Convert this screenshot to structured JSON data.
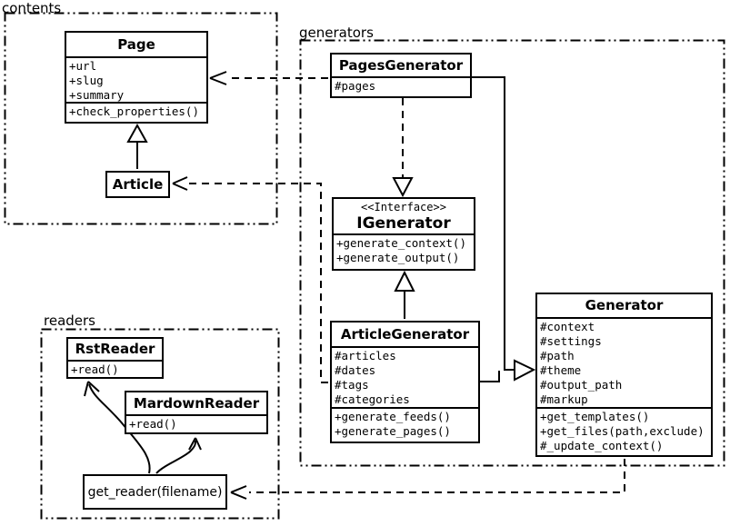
{
  "diagram": {
    "packages": {
      "contents": {
        "label": "contents"
      },
      "generators": {
        "label": "generators"
      },
      "readers": {
        "label": "readers"
      }
    },
    "classes": {
      "page": {
        "name": "Page",
        "attributes": [
          "+url",
          "+slug",
          "+summary"
        ],
        "methods": [
          "+check_properties()"
        ]
      },
      "article": {
        "name": "Article"
      },
      "pages_generator": {
        "name": "PagesGenerator",
        "attributes": [
          "#pages"
        ]
      },
      "igenerator": {
        "stereotype": "<<Interface>>",
        "name": "IGenerator",
        "methods": [
          "+generate_context()",
          "+generate_output()"
        ]
      },
      "article_generator": {
        "name": "ArticleGenerator",
        "attributes": [
          "#articles",
          "#dates",
          "#tags",
          "#categories"
        ],
        "methods": [
          "+generate_feeds()",
          "+generate_pages()"
        ]
      },
      "generator": {
        "name": "Generator",
        "attributes": [
          "#context",
          "#settings",
          "#path",
          "#theme",
          "#output_path",
          "#markup"
        ],
        "methods": [
          "+get_templates()",
          "+get_files(path,exclude)",
          "#_update_context()"
        ]
      },
      "rst_reader": {
        "name": "RstReader",
        "methods": [
          "+read()"
        ]
      },
      "mardown_reader": {
        "name": "MardownReader",
        "methods": [
          "+read()"
        ]
      },
      "get_reader": {
        "name": "get_reader(filename)"
      }
    },
    "colors": {
      "line": "#000000",
      "background": "#ffffff"
    }
  }
}
